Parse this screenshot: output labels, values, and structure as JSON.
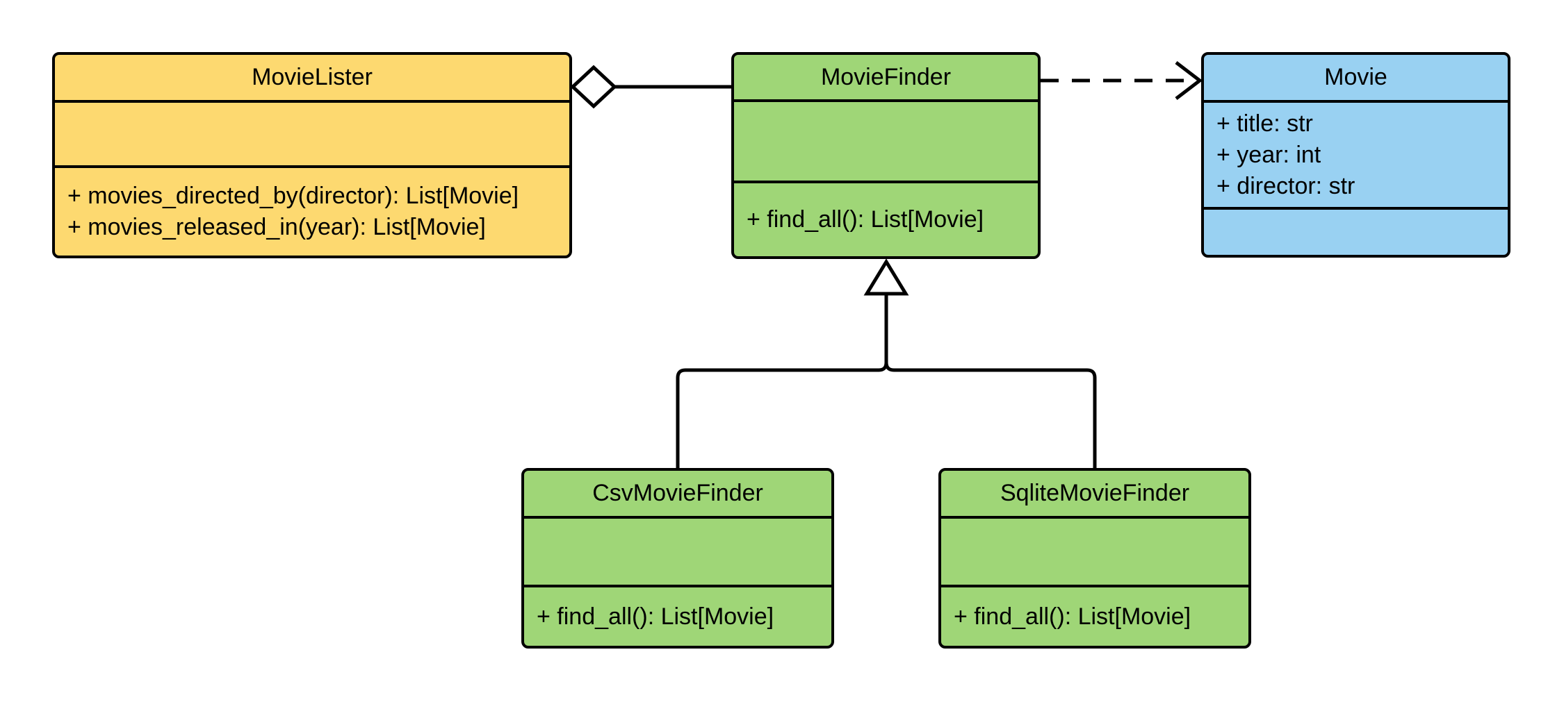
{
  "diagram_type": "uml-class-diagram",
  "canvas": {
    "background": "#ffffff"
  },
  "colors": {
    "yellow": "#FDD970",
    "green": "#9FD677",
    "blue": "#99D1F2",
    "stroke": "#000000"
  },
  "classes": [
    {
      "name": "MovieLister",
      "fill": "#FDD970",
      "attributes": [],
      "methods": [
        "+ movies_directed_by(director): List[Movie]",
        "+ movies_released_in(year): List[Movie]"
      ]
    },
    {
      "name": "MovieFinder",
      "fill": "#9FD677",
      "attributes": [],
      "methods": [
        "+ find_all(): List[Movie]"
      ]
    },
    {
      "name": "Movie",
      "fill": "#99D1F2",
      "attributes": [
        "+ title: str",
        "+ year: int",
        "+ director: str"
      ],
      "methods": []
    },
    {
      "name": "CsvMovieFinder",
      "fill": "#9FD677",
      "attributes": [],
      "methods": [
        "+ find_all(): List[Movie]"
      ]
    },
    {
      "name": "SqliteMovieFinder",
      "fill": "#9FD677",
      "attributes": [],
      "methods": [
        "+ find_all(): List[Movie]"
      ]
    }
  ],
  "relationships": [
    {
      "type": "aggregation",
      "owner": "MovieLister",
      "part": "MovieFinder"
    },
    {
      "type": "dependency",
      "from": "MovieFinder",
      "to": "Movie"
    },
    {
      "type": "generalization",
      "child": "CsvMovieFinder",
      "parent": "MovieFinder"
    },
    {
      "type": "generalization",
      "child": "SqliteMovieFinder",
      "parent": "MovieFinder"
    }
  ]
}
